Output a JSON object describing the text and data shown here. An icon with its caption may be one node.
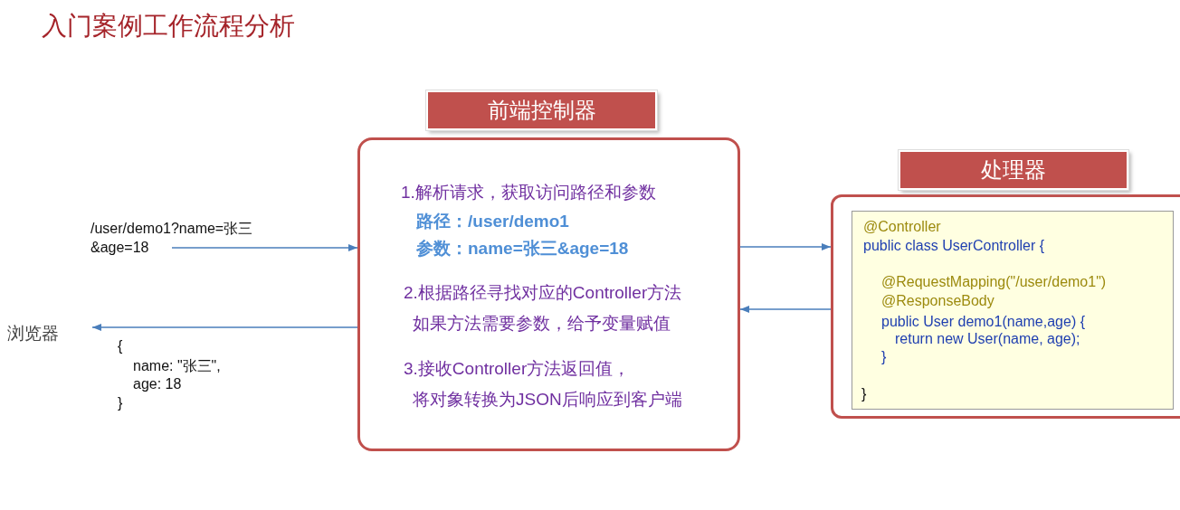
{
  "diagram": {
    "title": "入门案例工作流程分析",
    "nodes": [
      {
        "text": [
          "前端控制器",
          "1.解析请求，获取访问路径和参数",
          "路径：/user/demo1",
          "参数：name=张三&age=18",
          "2.根据路径寻找对应的Controller方法",
          "如果方法需要参数，给予变量赋值",
          "3.接收Controller方法返回值，",
          "将对象转换为JSON后响应到客户端"
        ]
      },
      {
        "text": [
          "处理器"
        ]
      },
      {
        "text": [
          "@Controller",
          "public class UserController {",
          "@RequestMapping(\"/user/demo1\")",
          "@ResponseBody",
          "public User demo1(name,age) {",
          "return new User(name, age);",
          "}",
          "}"
        ],
        "in": 1
      }
    ],
    "edges": [
      {
        "from": null,
        "to": 0,
        "arrow": "to",
        "label": "/user/demo1?name=张三&age=18"
      },
      {
        "from": 0,
        "to": null,
        "arrow": "to"
      },
      {
        "from": 0,
        "to": 1,
        "arrow": "to"
      },
      {
        "from": 1,
        "to": 0,
        "arrow": "to"
      }
    ],
    "labels": [
      "浏览器",
      "{",
      "name: \"张三\",",
      "age: 18",
      "}"
    ]
  }
}
